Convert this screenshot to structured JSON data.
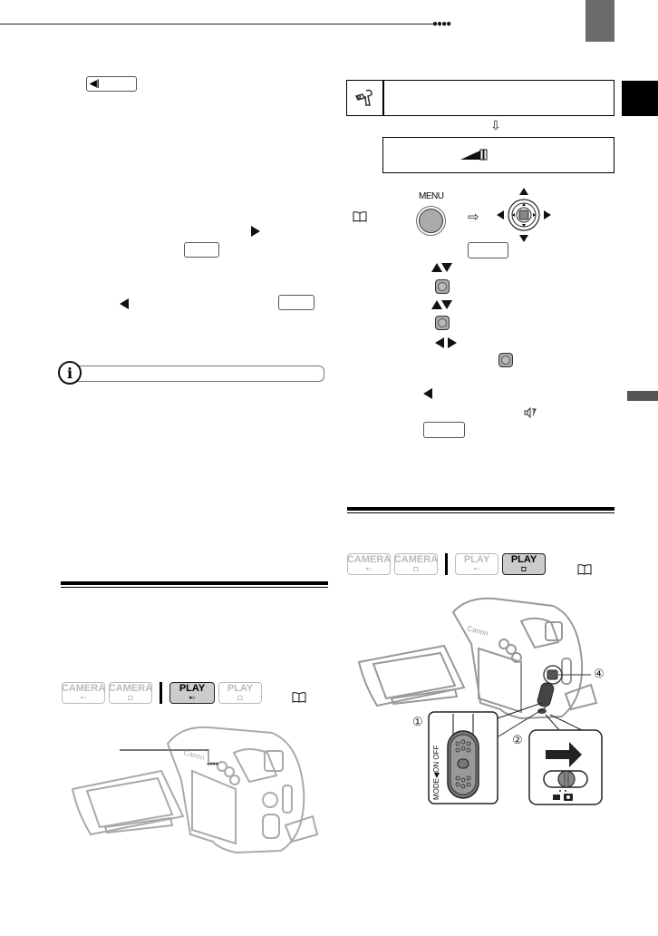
{
  "page": {
    "header": {
      "dots": "●●●●"
    },
    "tabs": {
      "gray_tab": "",
      "black_tab": "",
      "side_tab": ""
    }
  },
  "left_column": {
    "icons": {
      "skip_back_key": "◀|",
      "play_triangle": "▶",
      "back_triangle": "◀"
    },
    "info_icon": "i",
    "section": {
      "mode_buttons": [
        {
          "label": "CAMERA",
          "sub": "movie",
          "active": false
        },
        {
          "label": "CAMERA",
          "sub": "photo",
          "active": false
        },
        {
          "label": "PLAY",
          "sub": "movie",
          "active": true
        },
        {
          "label": "PLAY",
          "sub": "photo",
          "active": false
        }
      ],
      "book_icon": "book-icon"
    }
  },
  "right_column": {
    "menu_flow": {
      "setup_icon": "setup-wrench-icon",
      "arrow_down": "⇩",
      "level_icon": "volume-level-icon"
    },
    "controls": {
      "menu_label": "MENU",
      "arrow_right": "⇨"
    },
    "steps_icons": [
      "▲▼",
      "set",
      "▲▼",
      "set",
      "◀▶",
      "set",
      "◀",
      "speaker-icon"
    ],
    "section": {
      "mode_buttons": [
        {
          "label": "CAMERA",
          "sub": "movie",
          "active": false
        },
        {
          "label": "CAMERA",
          "sub": "photo",
          "active": false
        },
        {
          "label": "PLAY",
          "sub": "movie",
          "active": false
        },
        {
          "label": "PLAY",
          "sub": "photo",
          "active": true
        }
      ],
      "book_icon": "book-icon"
    },
    "illustration": {
      "callout_1": "①",
      "callout_2": "②",
      "callout_4": "④",
      "switch_label": "MODE◀ON OFF"
    }
  }
}
